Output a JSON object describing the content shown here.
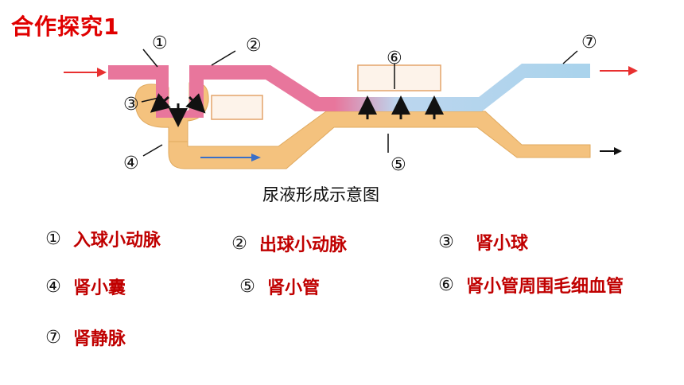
{
  "title": "合作探究1",
  "diagram": {
    "caption": "尿液形成示意图",
    "markers": [
      "①",
      "②",
      "③",
      "④",
      "⑤",
      "⑥",
      "⑦"
    ]
  },
  "legend": [
    {
      "num": "①",
      "label": "入球小动脉"
    },
    {
      "num": "②",
      "label": "出球小动脉"
    },
    {
      "num": "③",
      "label": "肾小球"
    },
    {
      "num": "④",
      "label": "肾小囊"
    },
    {
      "num": "⑤",
      "label": "肾小管"
    },
    {
      "num": "⑥",
      "label": "肾小管周围毛细血管"
    },
    {
      "num": "⑦",
      "label": "肾静脉"
    }
  ],
  "colors": {
    "title": "#e00000",
    "legend_text": "#c00000",
    "artery": "#e8769c",
    "vein": "#a9d3ec",
    "tubule": "#f4c27e",
    "flow_arrow_red": "#e83030",
    "flow_arrow_blue": "#3a6fc8"
  }
}
